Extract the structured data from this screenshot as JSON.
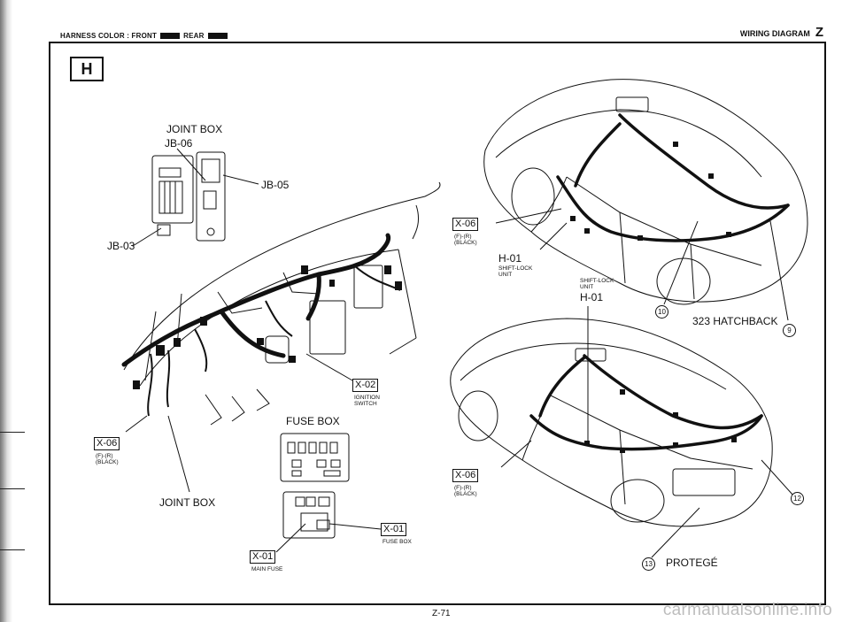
{
  "header": {
    "harness_color_label": "HARNESS COLOR : FRONT",
    "rear_label": "REAR",
    "title": "WIRING DIAGRAM",
    "section_letter": "Z"
  },
  "section_tab": "H",
  "dash": {
    "joint_box_title": "JOINT BOX",
    "jb06": "JB-06",
    "jb05": "JB-05",
    "jb03": "JB-03",
    "x02": "X-02",
    "x02_sub": "IGNITION SWITCH",
    "x06": "X-06",
    "x06_sub1": "(F)-(R)",
    "x06_sub2": "(BLACK)",
    "joint_box_bottom": "JOINT BOX",
    "fuse_box_title": "FUSE BOX",
    "x01_fuse": "X-01",
    "x01_fuse_sub": "FUSE BOX",
    "x01_main": "X-01",
    "x01_main_sub": "MAIN FUSE"
  },
  "hatchback": {
    "x06": "X-06",
    "x06_sub1": "(F)-(R)",
    "x06_sub2": "(BLACK)",
    "h01": "H-01",
    "h01_sub1": "SHIFT-LOCK",
    "h01_sub2": "UNIT",
    "marker_10": "10",
    "model": "323 HATCHBACK",
    "marker_9": "9"
  },
  "sedan": {
    "shift_lock_1": "SHIFT-LOCK",
    "shift_lock_2": "UNIT",
    "h01": "H-01",
    "x06": "X-06",
    "x06_sub1": "(F)-(R)",
    "x06_sub2": "(BLACK)",
    "marker_12": "12",
    "marker_13": "13",
    "model": "PROTEGÉ"
  },
  "footer": {
    "page_number": "Z-71",
    "watermark": "carmanualsonline.info"
  }
}
